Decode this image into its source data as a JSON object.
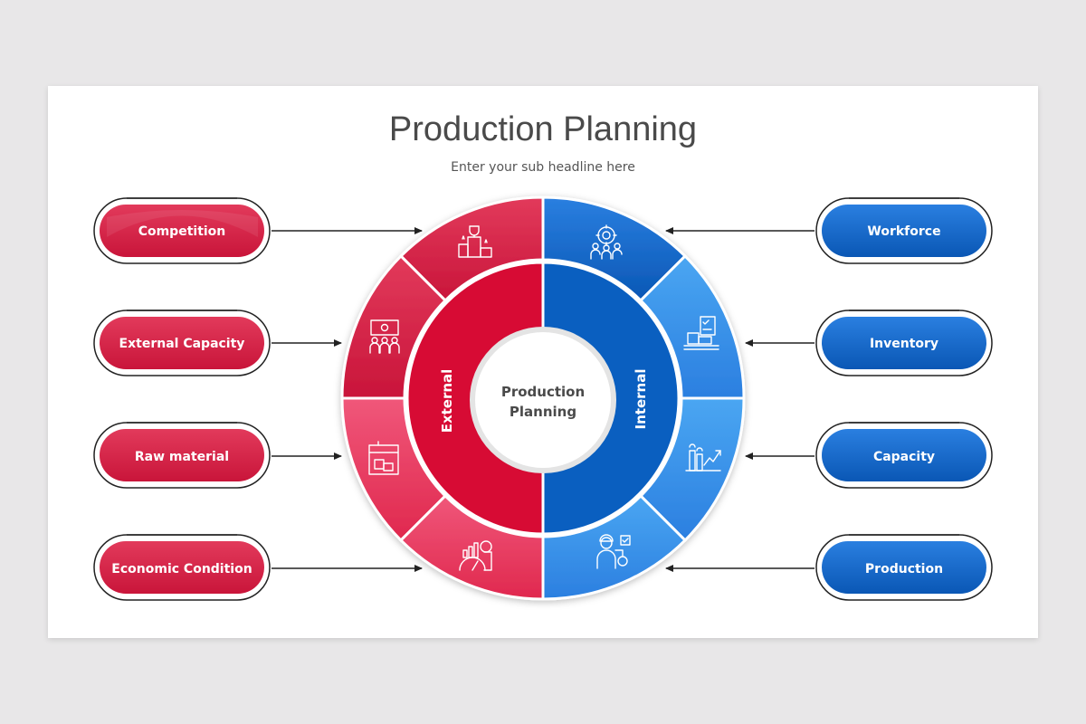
{
  "title": "Production Planning",
  "subtitle": "Enter your sub headline here",
  "center": {
    "line1": "Production",
    "line2": "Planning"
  },
  "ring": {
    "left": "External",
    "right": "Internal"
  },
  "colors": {
    "red": "#dc1e44",
    "red_light": "#ee4566",
    "blue": "#0d6ad1",
    "blue_light": "#3f98ec",
    "outline": "#222222"
  },
  "left_items": [
    {
      "label": "Competition",
      "icon": "trophy-podium-icon"
    },
    {
      "label": "External Capacity",
      "icon": "team-presentation-icon"
    },
    {
      "label": "Raw material",
      "icon": "warehouse-boxes-icon"
    },
    {
      "label": "Economic Condition",
      "icon": "finance-gauge-icon"
    }
  ],
  "right_items": [
    {
      "label": "Workforce",
      "icon": "workforce-gear-icon"
    },
    {
      "label": "Inventory",
      "icon": "inventory-checklist-icon"
    },
    {
      "label": "Capacity",
      "icon": "factory-growth-icon"
    },
    {
      "label": "Production",
      "icon": "worker-tasks-icon"
    }
  ]
}
